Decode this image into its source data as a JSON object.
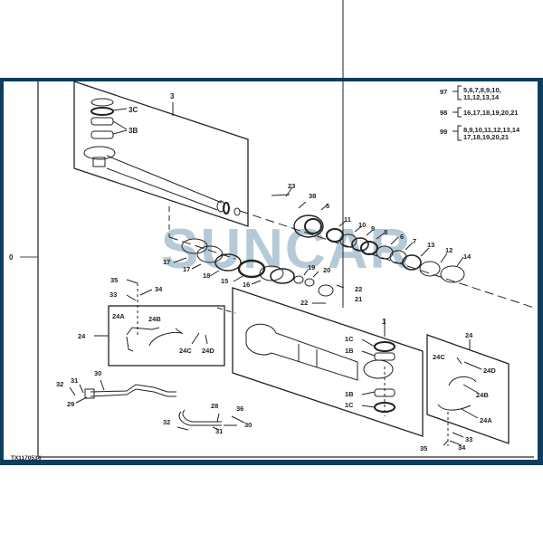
{
  "diagram": {
    "figure_code": "TX1170534",
    "side_label": "0",
    "watermark": "SUNCAR",
    "colors": {
      "frame": "#0e3d5e",
      "line": "#222222",
      "watermark": "#5f8aa6"
    },
    "legend": [
      {
        "id": "97",
        "line1": "5,6,7,8,9,10,",
        "line2": "11,12,13,14"
      },
      {
        "id": "98",
        "line1": "16,17,18,19,20,21",
        "line2": ""
      },
      {
        "id": "99",
        "line1": "8,9,10,11,12,13,14",
        "line2": "17,18,19,20,21"
      }
    ],
    "callouts": {
      "rod_group": "3",
      "rod_3c": "3C",
      "rod_3b": "3B",
      "p23": "23",
      "p38": "38",
      "p5": "5",
      "p11": "11",
      "p10": "10",
      "p9": "9",
      "p8": "8",
      "p6": "6",
      "p7": "7",
      "p13": "13",
      "p12": "12",
      "p14": "14",
      "p17a": "17",
      "p17b": "17",
      "p18": "18",
      "p15": "15",
      "p16": "16",
      "p19": "19",
      "p20": "20",
      "p22a": "22",
      "p22b": "22",
      "p21": "21",
      "barrel_group": "1",
      "b1c_top": "1C",
      "b1b_top": "1B",
      "b1b_bot": "1B",
      "b1c_bot": "1C",
      "clamp_left_group": "24",
      "cl_24a": "24A",
      "cl_24b": "24B",
      "cl_24c": "24C",
      "cl_24d": "24D",
      "cl_35": "35",
      "cl_34": "34",
      "cl_33": "33",
      "clamp_right_group": "24",
      "cr_24c": "24C",
      "cr_24d": "24D",
      "cr_24b": "24B",
      "cr_24a": "24A",
      "cr_33": "33",
      "cr_35": "35",
      "cr_34": "34",
      "t_32a": "32",
      "t_31a": "31",
      "t_30a": "30",
      "t_29": "29",
      "t_28": "28",
      "t_36": "36",
      "t_30b": "30",
      "t_32b": "32",
      "t_31b": "31"
    }
  }
}
